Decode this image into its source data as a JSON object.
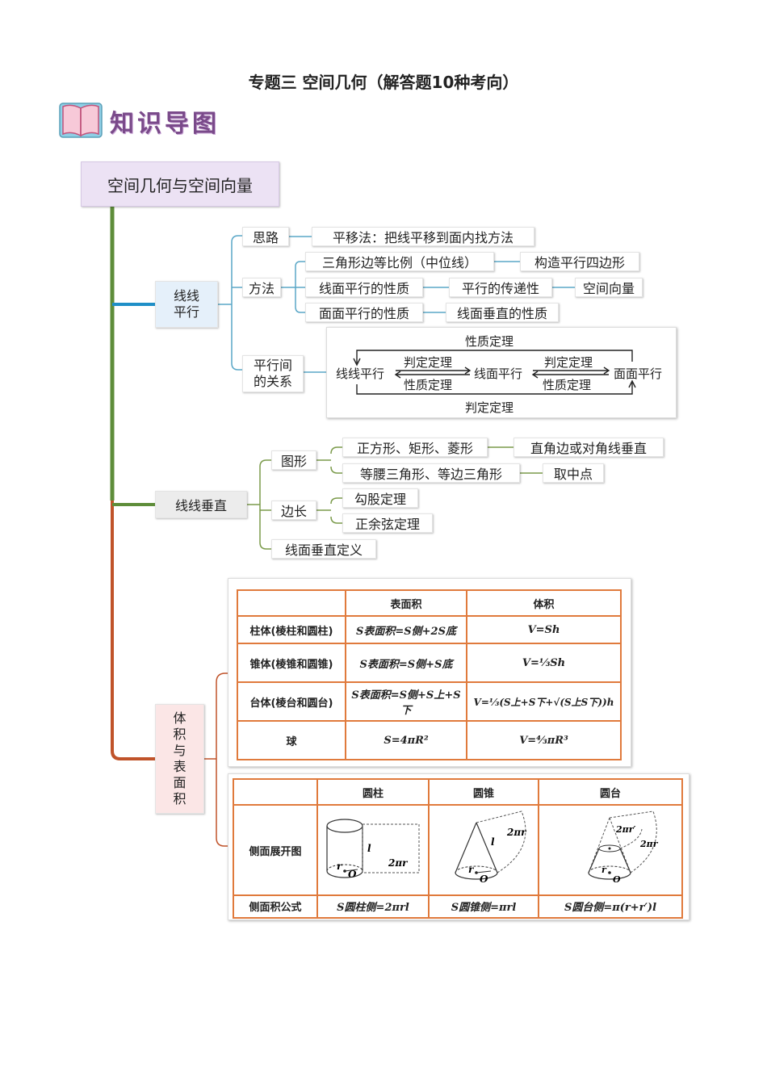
{
  "title": "专题三  空间几何（解答题10种考向）",
  "banner": {
    "text": "知识导图",
    "icon": "book-icon"
  },
  "root": "空间几何与空间向量",
  "colors": {
    "green_line": "#5e8d3a",
    "orange_line": "#c0532a",
    "blue_line": "#1f8fc7",
    "table_border": "#e07a3c"
  },
  "parallel": {
    "label": "线线平行",
    "label_lines": [
      "线线",
      "平行"
    ],
    "idea": {
      "label": "思路",
      "method": "平移法：把线平移到面内找方法"
    },
    "methods": {
      "label": "方法",
      "row1": [
        "三角形边等比例（中位线）",
        "构造平行四边形"
      ],
      "row2": [
        "线面平行的性质",
        "平行的传递性",
        "空间向量"
      ],
      "row3": [
        "面面平行的性质",
        "线面垂直的性质"
      ]
    },
    "relation": {
      "label_lines": [
        "平行间",
        "的关系"
      ],
      "nodes": [
        "线线平行",
        "线面平行",
        "面面平行"
      ],
      "top": "性质定理",
      "bottom": "判定定理",
      "judge": "判定定理",
      "prop": "性质定理"
    }
  },
  "perp": {
    "label": "线线垂直",
    "shape": {
      "label": "图形",
      "row1": [
        "正方形、矩形、菱形",
        "直角边或对角线垂直"
      ],
      "row2": [
        "等腰三角形、等边三角形",
        "取中点"
      ]
    },
    "side": {
      "label": "边长",
      "items": [
        "勾股定理",
        "正余弦定理"
      ]
    },
    "definition": "线面垂直定义"
  },
  "volume": {
    "label": "体积与表面积",
    "label_chars": [
      "体",
      "积",
      "与",
      "表",
      "面",
      "积"
    ],
    "table1": {
      "headers": [
        "",
        "表面积",
        "体积"
      ],
      "rows": [
        {
          "name": "柱体(棱柱和圆柱)",
          "surface": "S表面积=S侧+2S底",
          "volume": "V=Sh"
        },
        {
          "name": "锥体(棱锥和圆锥)",
          "surface": "S表面积=S侧+S底",
          "volume": "V=⅓Sh"
        },
        {
          "name": "台体(棱台和圆台)",
          "surface": "S表面积=S侧+S上+S下",
          "volume": "V=⅓(S上+S下+√(S上S下))h"
        },
        {
          "name": "球",
          "surface": "S=4πR²",
          "volume": "V=⁴⁄₃πR³"
        }
      ]
    },
    "table2": {
      "headers": [
        "",
        "圆柱",
        "圆锥",
        "圆台"
      ],
      "row1_label": "侧面展开图",
      "row2_label": "侧面积公式",
      "formulas": [
        "S圆柱侧=2πrl",
        "S圆锥侧=πrl",
        "S圆台侧=π(r+r′)l"
      ],
      "fig_labels": {
        "l": "l",
        "r": "r",
        "o": "O",
        "two_pi_r": "2πr",
        "two_pi_r2": "2πr′"
      }
    }
  }
}
